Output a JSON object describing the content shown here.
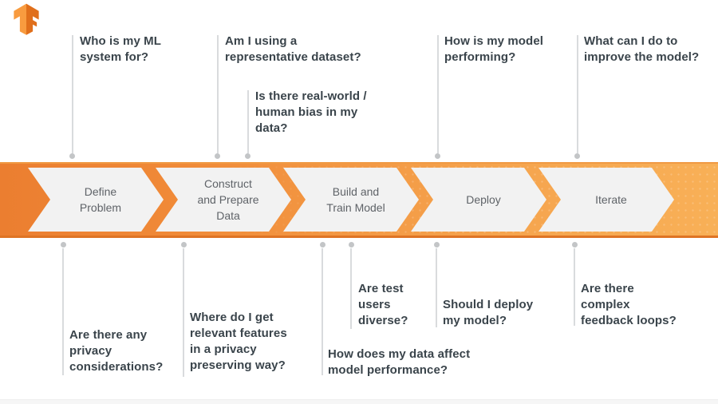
{
  "logo": {
    "alt": "TensorFlow logo"
  },
  "pipeline": {
    "stages": [
      {
        "label": "Define\nProblem"
      },
      {
        "label": "Construct\nand Prepare\nData"
      },
      {
        "label": "Build and\nTrain Model"
      },
      {
        "label": "Deploy"
      },
      {
        "label": "Iterate"
      }
    ]
  },
  "questions": {
    "top": [
      {
        "text": "Who is my ML\nsystem for?"
      },
      {
        "text": "Am I using a\nrepresentative dataset?"
      },
      {
        "text": "Is there real-world /\nhuman bias in my\ndata?"
      },
      {
        "text": "How is my model\nperforming?"
      },
      {
        "text": "What can I do to\nimprove the model?"
      }
    ],
    "bottom": [
      {
        "text": "Are there any\nprivacy\nconsiderations?"
      },
      {
        "text": "Where do I get\nrelevant features\nin a privacy\npreserving way?"
      },
      {
        "text": "Are test\nusers\ndiverse?"
      },
      {
        "text": "How does my data affect\nmodel performance?"
      },
      {
        "text": "Should I deploy\nmy model?"
      },
      {
        "text": "Are there\ncomplex\nfeedback loops?"
      }
    ]
  },
  "colors": {
    "band_gradient_start": "#EB7E30",
    "band_gradient_end": "#F8B057",
    "band_bottom_edge": "#DF7424",
    "chevron_fill": "#F2F2F2",
    "stage_text": "#5F6368",
    "question_text": "#3A444B",
    "connector_line": "#D9DBDD",
    "connector_dot": "#C3C5C7",
    "logo_light_orange": "#F89B3F",
    "logo_dark_orange": "#E06F1B"
  }
}
